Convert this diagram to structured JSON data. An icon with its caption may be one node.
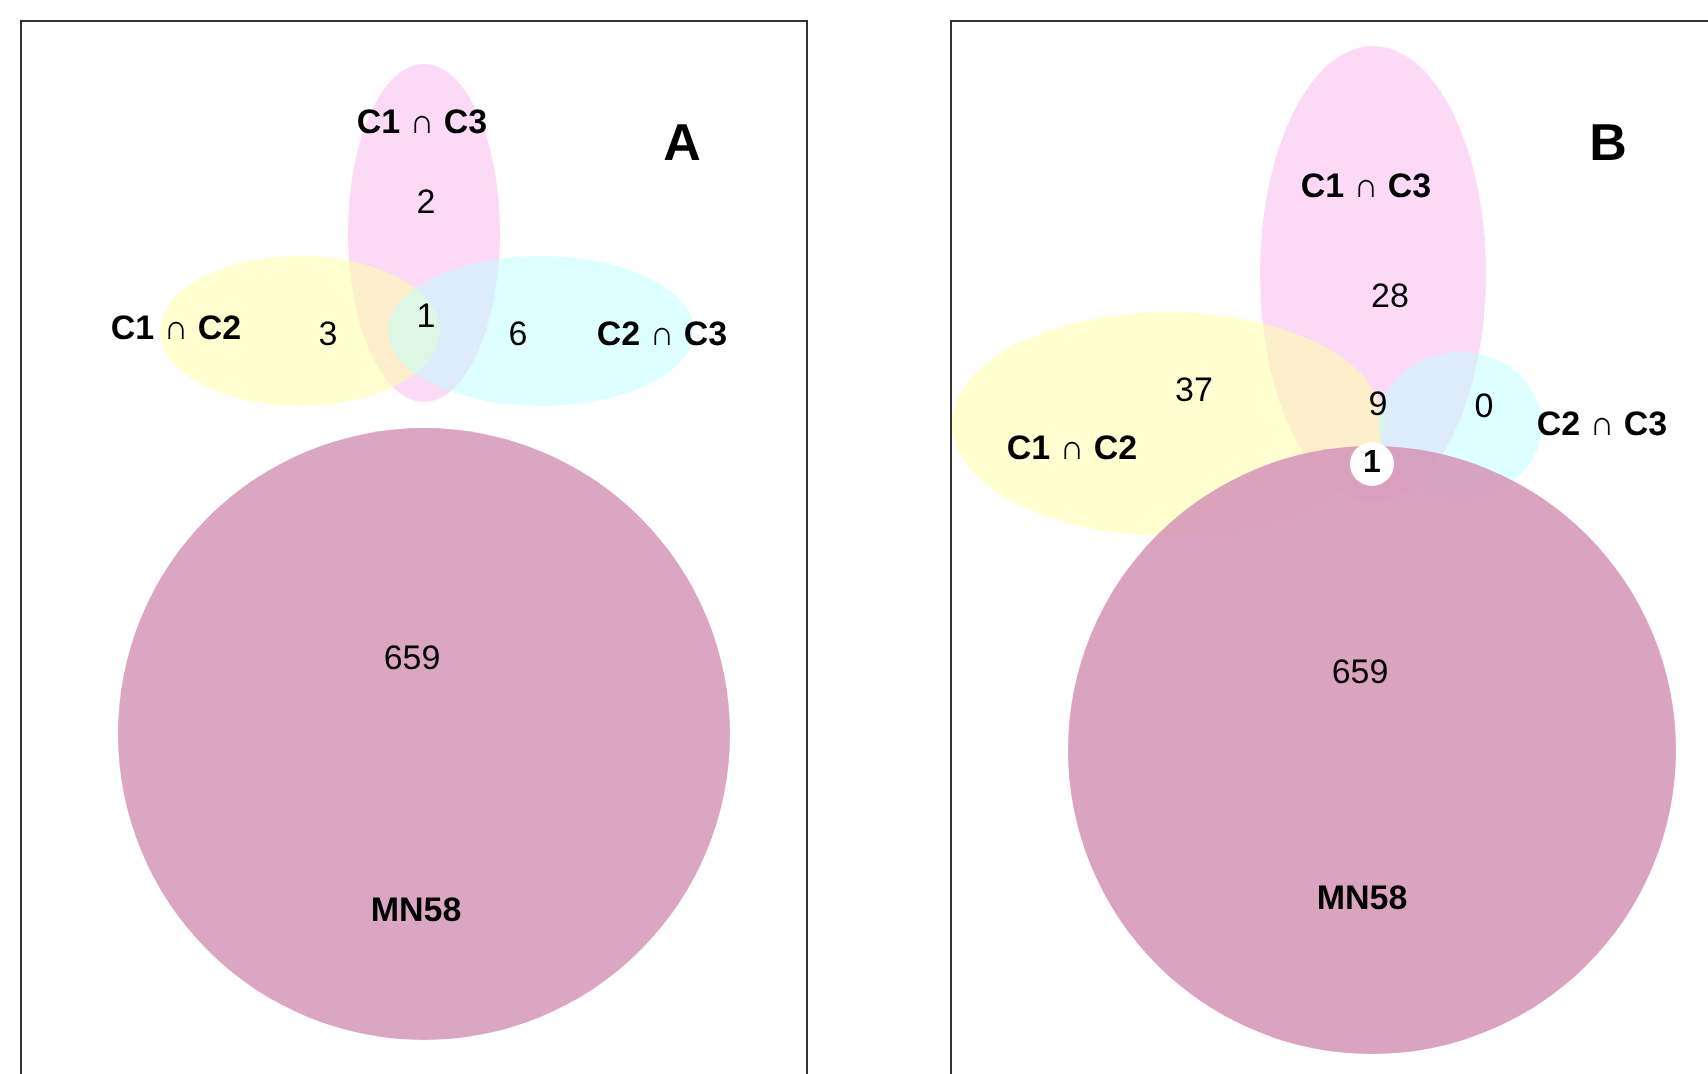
{
  "diagram": {
    "nodes": [
      {
        "text": [
          "A"
        ]
      },
      {
        "text": [
          "C1 ∩ C3",
          "2"
        ],
        "in": 0
      },
      {
        "text": [
          "C1 ∩ C2",
          "3"
        ],
        "in": 0
      },
      {
        "text": [
          "6",
          "C2 ∩ C3"
        ],
        "in": 0
      },
      {
        "text": [
          "659",
          "MN58"
        ],
        "in": 0
      },
      {
        "text": [
          "B"
        ]
      },
      {
        "text": [
          "C1 ∩ C3",
          "28"
        ],
        "in": 5
      },
      {
        "text": [
          "C1 ∩ C2",
          "37"
        ],
        "in": 5
      },
      {
        "text": [
          "0",
          "C2 ∩ C3"
        ],
        "in": 5
      },
      {
        "text": [
          "659",
          "MN58"
        ],
        "in": 5
      },
      {
        "text": [
          "1"
        ]
      }
    ],
    "edges": [],
    "labels": [
      "1",
      "9"
    ]
  }
}
